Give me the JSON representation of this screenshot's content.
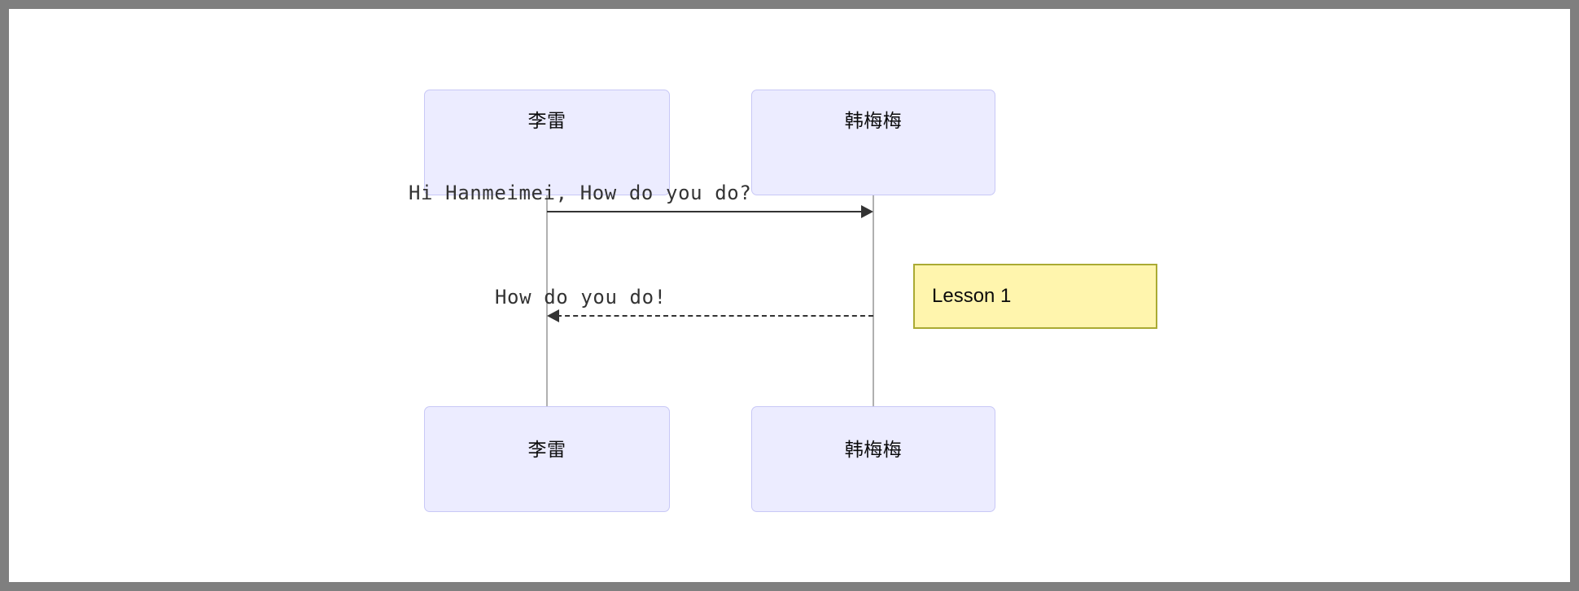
{
  "diagram": {
    "type": "sequence-diagram",
    "background_color": "#ffffff",
    "frame_color": "#7f7f7f",
    "actor_fill": "#ECECFF",
    "actor_border": "#c8c8f6",
    "lifeline_color": "#b0b0b0",
    "message_color": "#333333",
    "note_fill": "#fff5ad",
    "note_border": "#aaaa33",
    "participants": [
      {
        "id": "lilei",
        "label": "李雷"
      },
      {
        "id": "hanmeimei",
        "label": "韩梅梅"
      }
    ],
    "messages": [
      {
        "from": "lilei",
        "to": "hanmeimei",
        "text": "Hi Hanmeimei, How do you do?",
        "line": "solid",
        "arrow": "right"
      },
      {
        "from": "hanmeimei",
        "to": "lilei",
        "text": "How do you do!",
        "line": "dashed",
        "arrow": "left"
      }
    ],
    "notes": [
      {
        "text": "Lesson 1",
        "position": "right-of",
        "attached_to": "hanmeimei"
      }
    ]
  }
}
